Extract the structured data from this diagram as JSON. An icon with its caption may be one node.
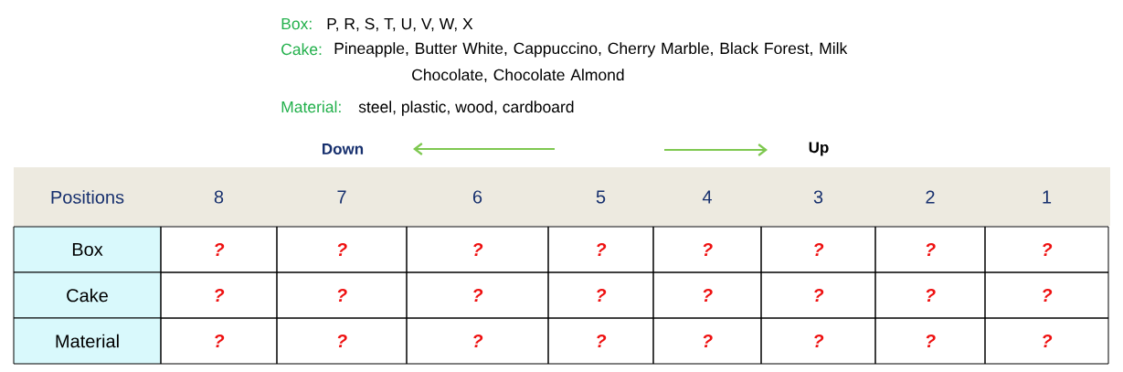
{
  "diagram": {
    "labels": [
      "Box:",
      "P, R, S, T, U, V, W, X",
      "Cake:",
      "Pineapple, Butter White, Cappuccino, Cherry Marble, Black Forest, Milk Chocolate, Chocolate Almond",
      "Material:",
      "steel, plastic, wood, cardboard",
      "Down",
      "Up",
      "Positions",
      "8",
      "7",
      "6",
      "5",
      "4",
      "3",
      "2",
      "1",
      "Box",
      "?",
      "?",
      "?",
      "?",
      "?",
      "?",
      "?",
      "?",
      "Cake",
      "?",
      "?",
      "?",
      "?",
      "?",
      "?",
      "?",
      "?",
      "Material",
      "?",
      "?",
      "?",
      "?",
      "?",
      "?",
      "?",
      "?"
    ]
  }
}
